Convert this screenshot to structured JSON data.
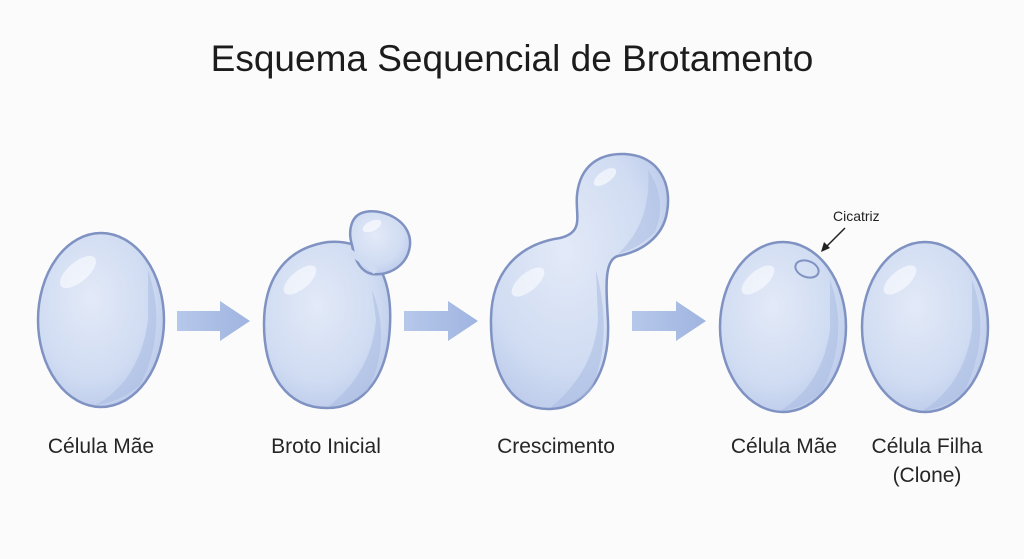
{
  "title": "Esquema Sequencial de Brotamento",
  "stages": [
    {
      "label": "Célula Mãe"
    },
    {
      "label": "Broto Inicial"
    },
    {
      "label": "Crescimento"
    },
    {
      "label": "Célula Mãe"
    },
    {
      "label": "Célula Filha\n(Clone)"
    }
  ],
  "annotation": {
    "text": "Cicatriz"
  },
  "colors": {
    "cell_fill": "#d3def3",
    "cell_outline": "#7f92c2",
    "cell_shadow": "#aebfe3",
    "arrow": "#a9bde3"
  }
}
